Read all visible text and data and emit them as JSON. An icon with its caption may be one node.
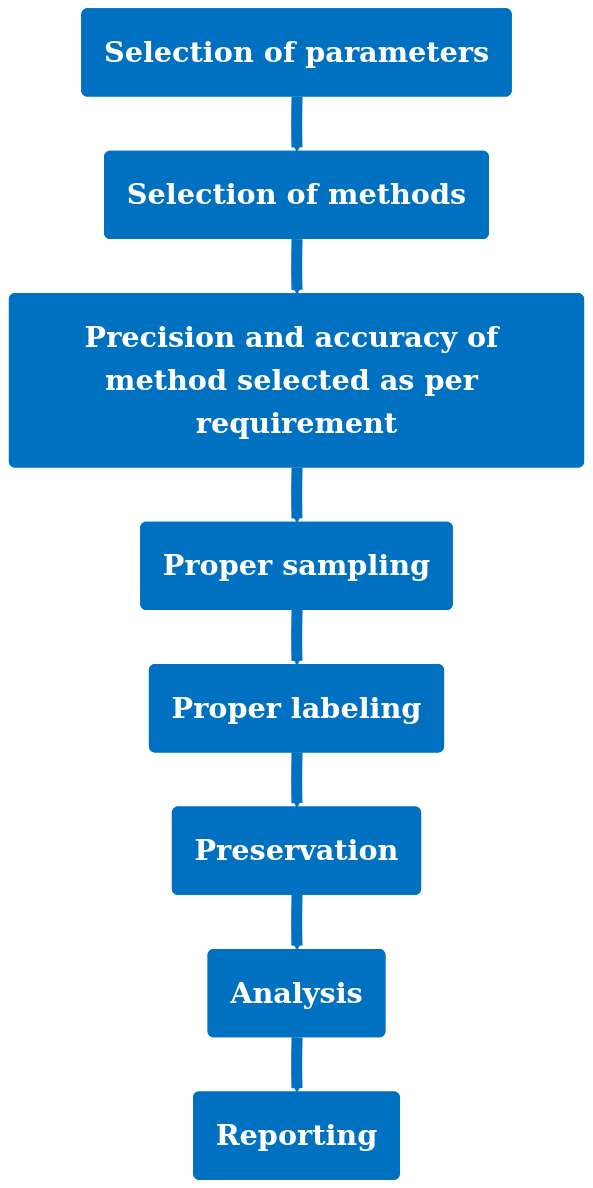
{
  "diagram": {
    "nodes": [
      {
        "text": [
          "Selection of parameters"
        ]
      },
      {
        "text": [
          "Selection of methods"
        ]
      },
      {
        "text": [
          "Precision and accuracy of method selected as per requirement"
        ]
      },
      {
        "text": [
          "Proper sampling"
        ]
      },
      {
        "text": [
          "Proper labeling"
        ]
      },
      {
        "text": [
          "Preservation"
        ]
      },
      {
        "text": [
          "Analysis"
        ]
      },
      {
        "text": [
          "Reporting"
        ]
      }
    ],
    "edges": [
      {
        "from": 0,
        "to": 1,
        "arrow": "to"
      },
      {
        "from": 1,
        "to": 2,
        "arrow": "to"
      },
      {
        "from": 2,
        "to": 3,
        "arrow": "to"
      },
      {
        "from": 3,
        "to": 4,
        "arrow": "to"
      },
      {
        "from": 4,
        "to": 5,
        "arrow": "to"
      },
      {
        "from": 5,
        "to": 6,
        "arrow": "to"
      },
      {
        "from": 6,
        "to": 7,
        "arrow": "to"
      }
    ]
  }
}
